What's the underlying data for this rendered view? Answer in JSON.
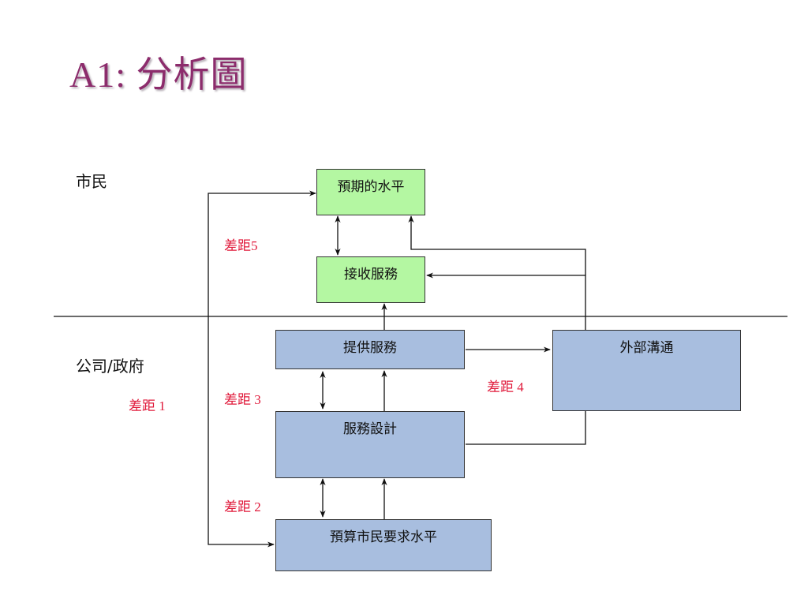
{
  "title": "A1: 分析圖",
  "sections": {
    "citizen": "市民",
    "company": "公司/政府"
  },
  "boxes": {
    "expected_level": "預期的水平",
    "received_service": "接收服務",
    "provide_service": "提供服務",
    "external_communication": "外部溝通",
    "service_design": "服務設計",
    "budget_citizen_requirement": "預算市民要求水平"
  },
  "gaps": {
    "gap1": "差距 1",
    "gap2": "差距 2",
    "gap3": "差距 3",
    "gap4": "差距 4",
    "gap5": "差距5"
  },
  "colors": {
    "title": "#8c2c6c",
    "citizen_box": "#b4f7a2",
    "company_box": "#a8bedf",
    "gap_label": "#e0193a"
  }
}
